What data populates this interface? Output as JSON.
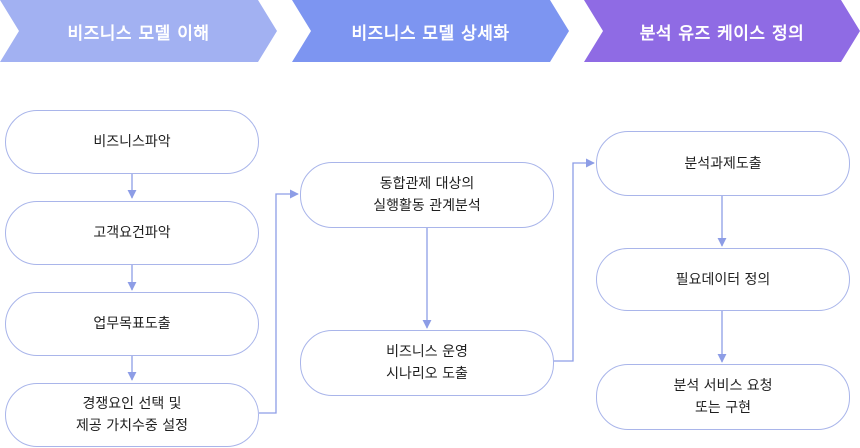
{
  "stages": [
    {
      "label": "비즈니스 모델 이해",
      "color": "#a2b1f2"
    },
    {
      "label": "비즈니스 모델 상세화",
      "color": "#7d95f1"
    },
    {
      "label": "분석 유즈 케이스 정의",
      "color": "#8f6be4"
    }
  ],
  "columns": [
    {
      "steps": [
        {
          "lines": [
            "비즈니스파악"
          ]
        },
        {
          "lines": [
            "고객요건파악"
          ]
        },
        {
          "lines": [
            "업무목표도출"
          ]
        },
        {
          "lines": [
            "경쟁요인 선택 및",
            "제공 가치수중 설정"
          ]
        }
      ]
    },
    {
      "steps": [
        {
          "lines": [
            "동합관제 대상의",
            "실행활동 관계분석"
          ]
        },
        {
          "lines": [
            "비즈니스 운영",
            "시나리오 도출"
          ]
        }
      ]
    },
    {
      "steps": [
        {
          "lines": [
            "분석과제도출"
          ]
        },
        {
          "lines": [
            "필요데이터 정의"
          ]
        },
        {
          "lines": [
            "분석 서비스 요청",
            "또는 구현"
          ]
        }
      ]
    }
  ],
  "colors": {
    "box_border": "#a9b5ea",
    "connector": "#8d9de6",
    "text": "#1f1f1f"
  }
}
